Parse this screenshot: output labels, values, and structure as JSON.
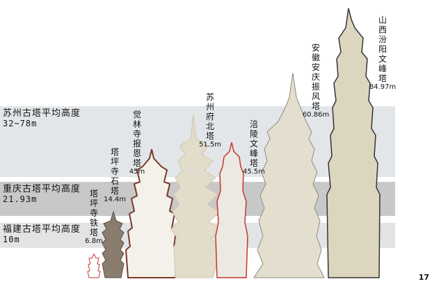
{
  "averages": [
    {
      "label": "苏州古塔平均高度",
      "value": "32~78m"
    },
    {
      "label": "重庆古塔平均高度",
      "value": "21.93m"
    },
    {
      "label": "福建古塔平均高度",
      "value": "10m"
    }
  ],
  "pagodas": [
    {
      "name": "塔坪寺铁塔",
      "height": "6.8m"
    },
    {
      "name": "塔坪寺石塔",
      "height": "14.4m"
    },
    {
      "name": "觉林寺报恩塔",
      "height": "45m"
    },
    {
      "name": "苏州府北塔",
      "height": "51.5m"
    },
    {
      "name": "涪陵文峰塔",
      "height": "45.5m"
    },
    {
      "name": "安徽安庆振风塔",
      "height": "60.86m"
    },
    {
      "name": "山西汾阳文峰塔",
      "height": "84.97m"
    }
  ],
  "page_number": "17",
  "colors": {
    "band_suzhou": "#e3e6e8",
    "band_chongqing": "#c8c8c8",
    "band_fujian": "#e1e3e5",
    "stone": "#d9d1bc",
    "outline_red": "#c0392b"
  }
}
